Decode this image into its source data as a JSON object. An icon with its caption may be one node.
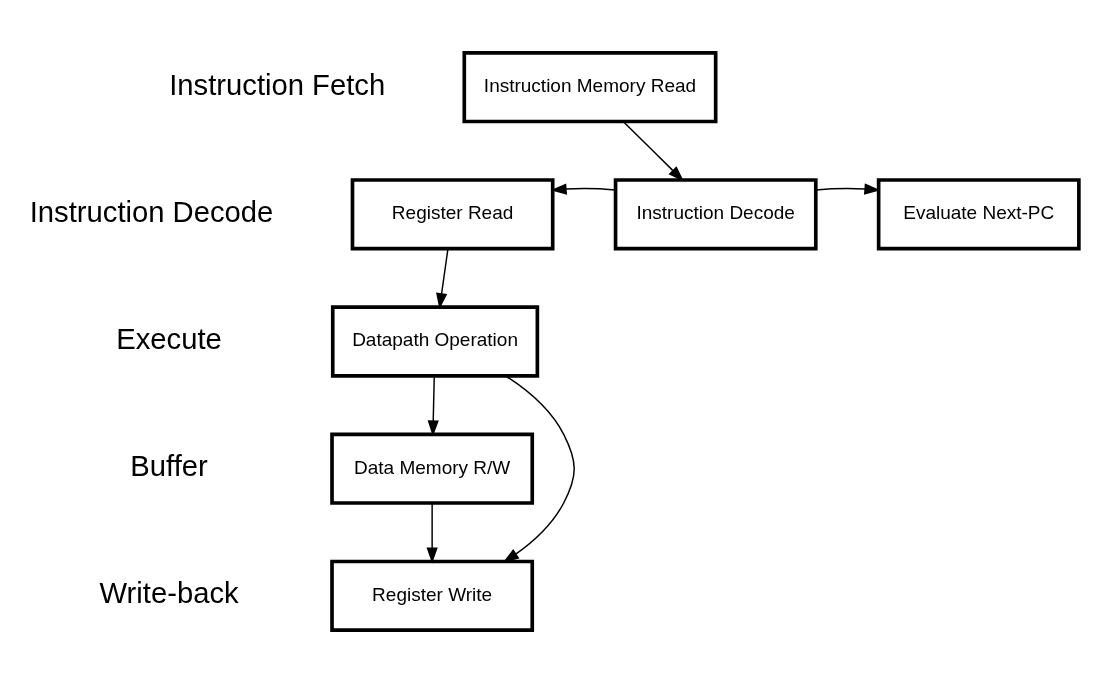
{
  "diagram": {
    "nodes": [
      {
        "text": [
          "Instruction Memory Read"
        ]
      },
      {
        "text": [
          "Register Read"
        ]
      },
      {
        "text": [
          "Instruction Decode"
        ]
      },
      {
        "text": [
          "Evaluate Next-PC"
        ]
      },
      {
        "text": [
          "Datapath Operation"
        ]
      },
      {
        "text": [
          "Data Memory R/W"
        ]
      },
      {
        "text": [
          "Register Write"
        ]
      }
    ],
    "edges": [
      {
        "from": 0,
        "to": 2,
        "arrow": "to"
      },
      {
        "from": 2,
        "to": 1,
        "arrow": "to"
      },
      {
        "from": 2,
        "to": 3,
        "arrow": "to"
      },
      {
        "from": 1,
        "to": 4,
        "arrow": "to"
      },
      {
        "from": 4,
        "to": 5,
        "arrow": "to"
      },
      {
        "from": 5,
        "to": 6,
        "arrow": "to"
      },
      {
        "from": 4,
        "to": 6,
        "arrow": "to"
      }
    ],
    "labels": [
      "Instruction Fetch",
      "Instruction Decode",
      "Execute",
      "Buffer",
      "Write-back"
    ]
  }
}
